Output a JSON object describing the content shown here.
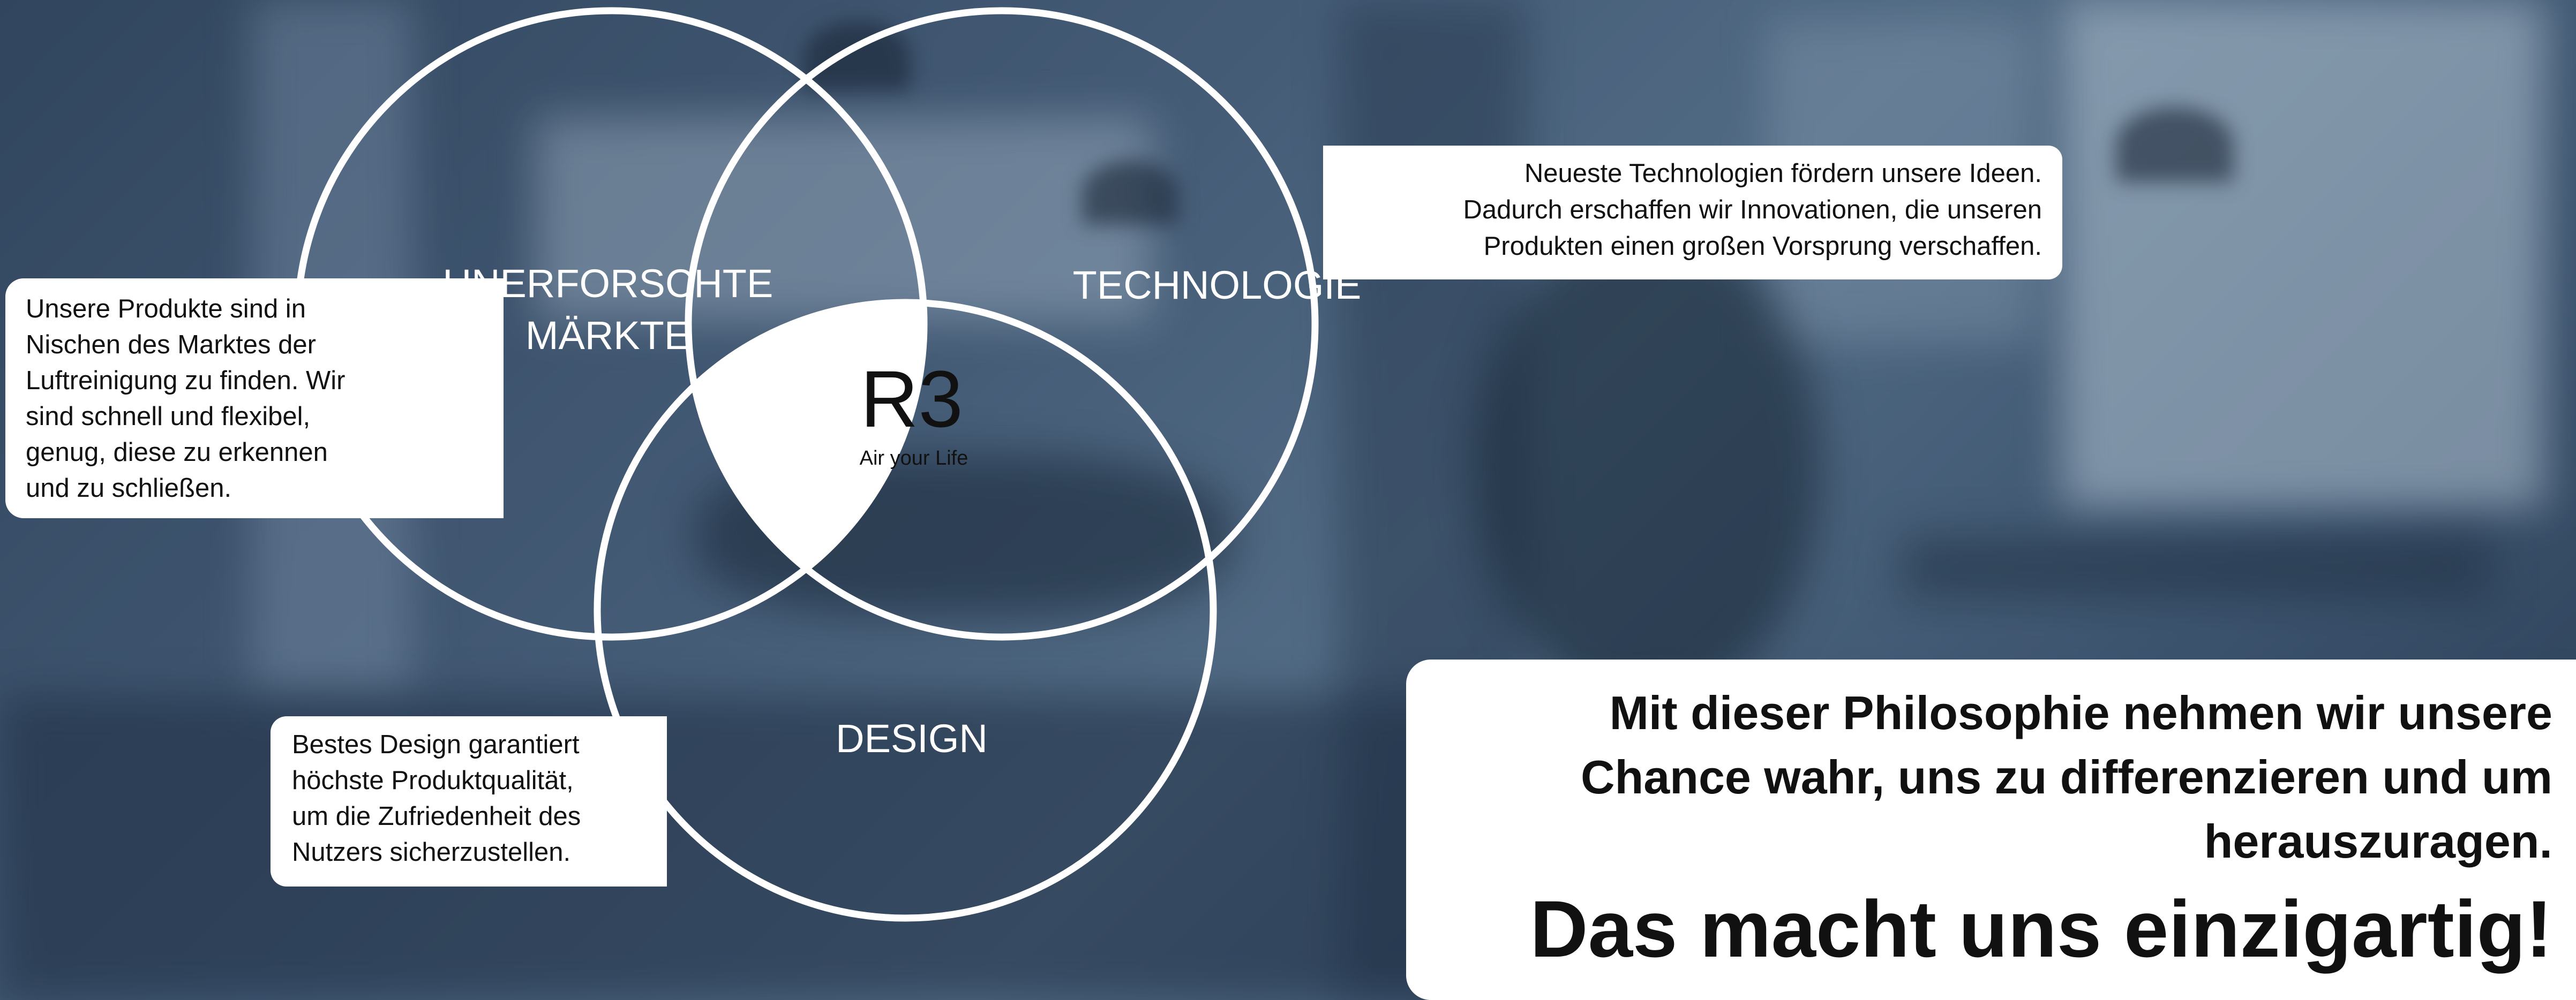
{
  "diagram": {
    "circles": {
      "markets": {
        "label_line1": "UNERFORSCHTE",
        "label_line2": "MÄRKTE"
      },
      "technology": {
        "label": "TECHNOLOGIE"
      },
      "design": {
        "label": "DESIGN"
      }
    },
    "center": {
      "brand": "R3",
      "tagline": "Air your Life"
    }
  },
  "callouts": {
    "markets": "Unsere Produkte sind in\nNischen des Marktes der\nLuftreinigung zu finden. Wir\nsind schnell und flexibel,\ngenug, diese zu erkennen\nund zu schließen.",
    "technology": "Neueste Technologien fördern unsere Ideen.\nDadurch erschaffen wir Innovationen, die unseren\nProdukten einen großen Vorsprung verschaffen.",
    "design": "Bestes Design garantiert\nhöchste Produktqualität,\num die Zufriedenheit des\nNutzers sicherzustellen."
  },
  "philosophy": {
    "statement": "Mit dieser Philosophie nehmen wir unsere\nChance wahr, uns zu differenzieren und um\nherauszuragen.",
    "slogan": "Das macht uns einzigartig!"
  },
  "colors": {
    "circle_stroke": "#ffffff",
    "center_fill": "#ffffff",
    "background_tint": "#4a6180",
    "text_dark": "#111111"
  }
}
